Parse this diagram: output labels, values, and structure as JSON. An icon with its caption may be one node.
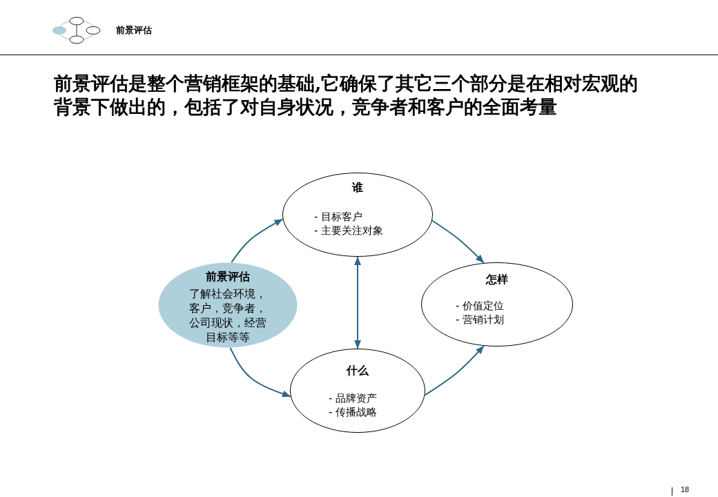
{
  "diagram": {
    "title": "前景评估是整个营销框架的基础,它确保了其它三个部分是在相对宏观的背景下做出的，包括了对自身状况，竞争者和客户的全面考量",
    "nodes": [
      {
        "text": [
          "前景评估",
          "了解社会环境，客户，竞争者，公司现状，经营目标等等"
        ]
      },
      {
        "text": [
          "谁",
          "- 目标客户",
          "- 主要关注对象"
        ]
      },
      {
        "text": [
          "怎样",
          "- 价值定位",
          "- 营销计划"
        ]
      },
      {
        "text": [
          "什么",
          "- 品牌资产",
          "- 传播战略"
        ]
      }
    ],
    "edges": [
      {
        "from": 0,
        "to": 1,
        "arrow": "to"
      },
      {
        "from": 1,
        "to": 2,
        "arrow": "to"
      },
      {
        "from": 3,
        "to": 2,
        "arrow": "to"
      },
      {
        "from": 0,
        "to": 3,
        "arrow": "to"
      },
      {
        "from": 1,
        "to": 3,
        "arrow": "both"
      }
    ],
    "labels": [
      "前景评估",
      "18"
    ]
  }
}
